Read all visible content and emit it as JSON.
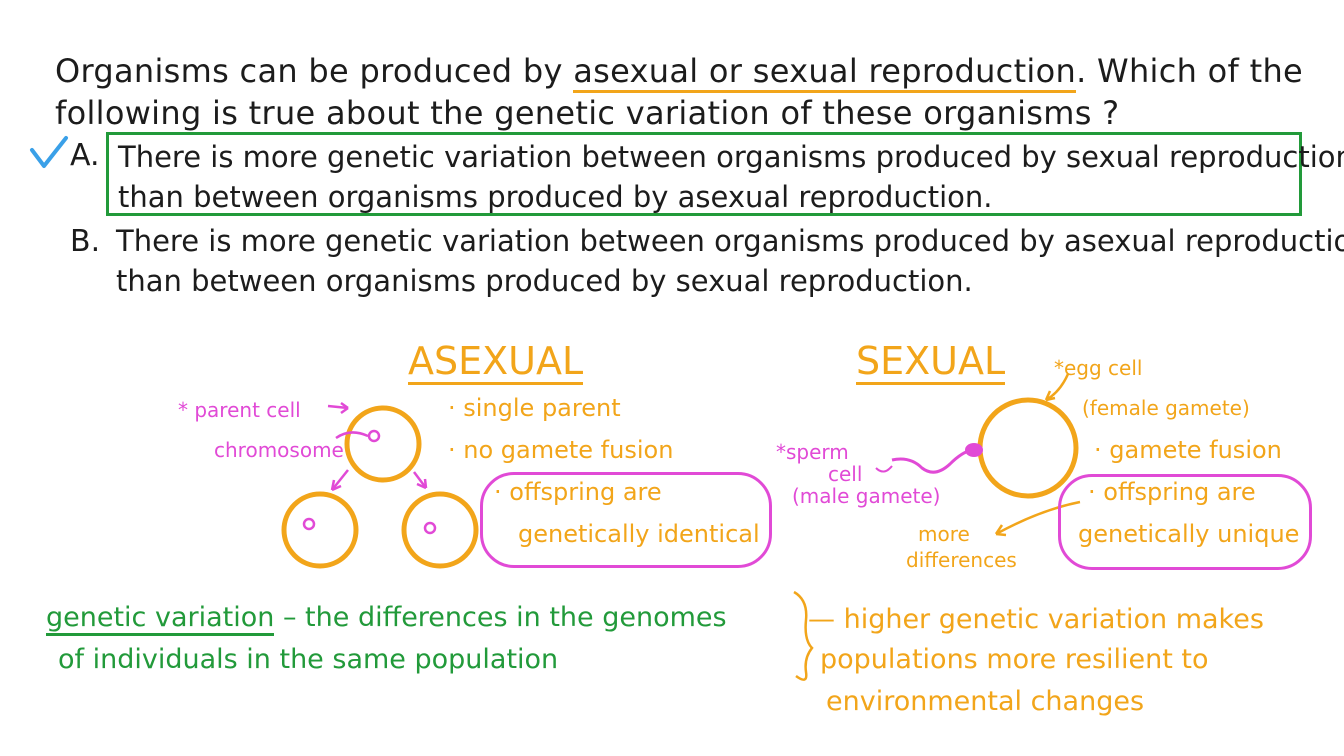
{
  "question": {
    "line1_pre": "Organisms can be produced by ",
    "line1_highlight": "asexual or sexual reproduction",
    "line1_post": ". Which of the",
    "line2_pre": "following is true about the ",
    "line2_highlight": "genetic variation",
    "line2_post": " of these organisms ?"
  },
  "options": [
    {
      "letter": "A.",
      "line1": "There is more genetic variation between organisms produced by sexual reproduction",
      "line2": "than between organisms produced by asexual reproduction.",
      "correct": true
    },
    {
      "letter": "B.",
      "line1": "There is more genetic variation between organisms produced by asexual reproduction",
      "line2": "than between organisms produced by sexual reproduction.",
      "correct": false
    }
  ],
  "asexual": {
    "title": "ASEXUAL",
    "parent_label": "* parent cell",
    "chromosome_label": "chromosome",
    "bullets": [
      "· single parent",
      "· no gamete fusion"
    ],
    "circled_line1": "· offspring are",
    "circled_line2": "genetically identical"
  },
  "sexual": {
    "title": "SEXUAL",
    "egg_label": "*egg cell",
    "egg_sub": "(female gamete)",
    "sperm_label1": "*sperm",
    "sperm_label2": "cell",
    "sperm_sub": "(male gamete)",
    "bullet": "· gamete fusion",
    "circled_line1": "· offspring are",
    "circled_line2": "genetically unique",
    "more1": "more",
    "more2": "differences"
  },
  "definition": {
    "term": "genetic variation",
    "rest": " – the differences in the genomes",
    "line2": "of individuals in the same population"
  },
  "conclusion": {
    "line1": "— higher genetic variation makes",
    "line2": "populations more resilient to",
    "line3": "environmental changes"
  },
  "colors": {
    "orange": "#f2a51a",
    "magenta": "#e14ad6",
    "green": "#229a3a",
    "check": "#3aa0e8"
  }
}
